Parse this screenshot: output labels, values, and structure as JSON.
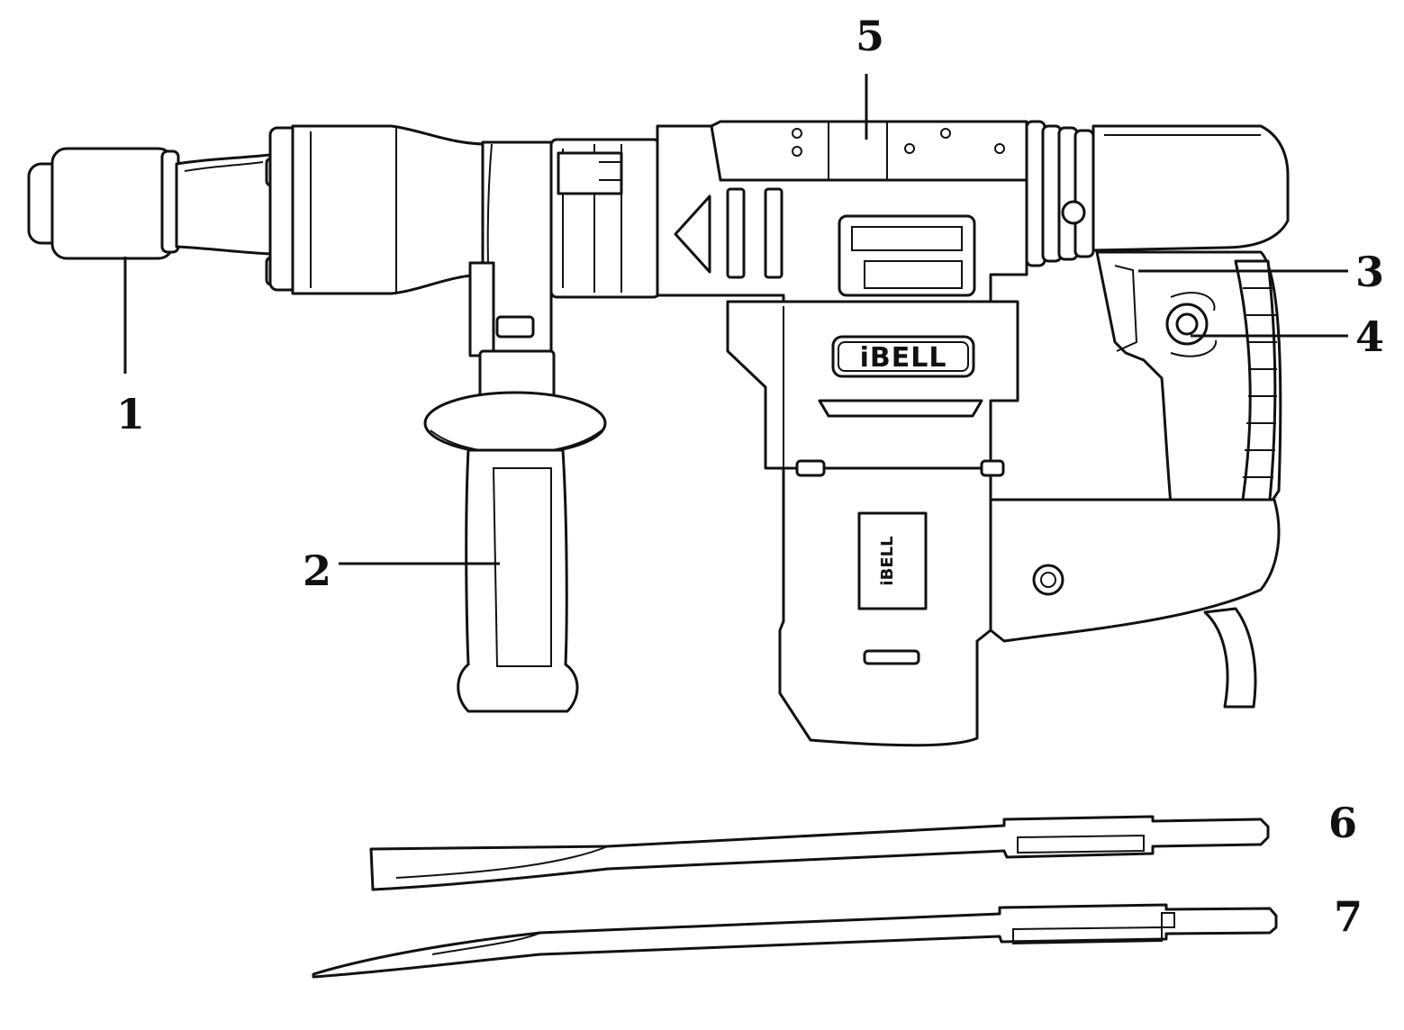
{
  "callouts": {
    "c1": "1",
    "c2": "2",
    "c3": "3",
    "c4": "4",
    "c5": "5",
    "c6": "6",
    "c7": "7"
  },
  "branding": {
    "badge": "iBELL",
    "side_badge": "iBELL"
  }
}
